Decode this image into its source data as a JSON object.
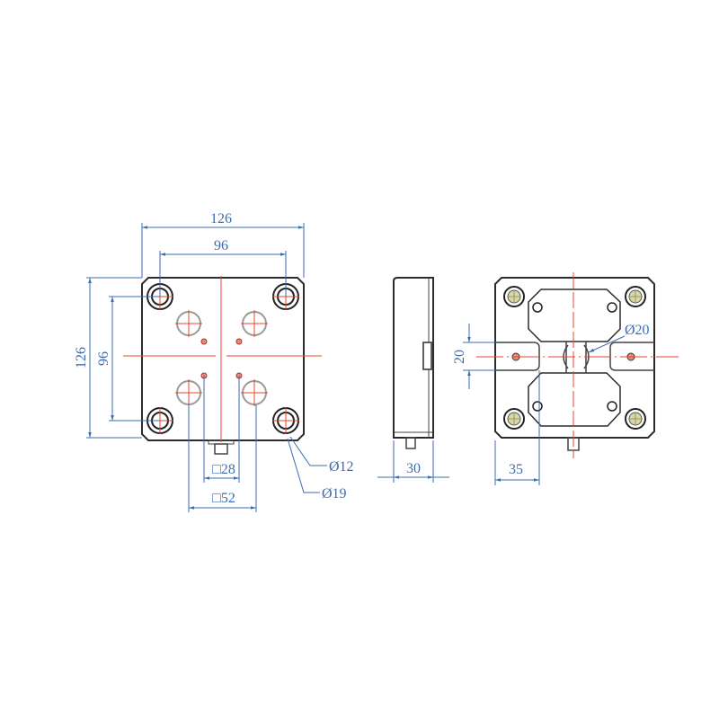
{
  "colors": {
    "dimension": "#3a6db4",
    "centerline": "#e8452c",
    "outline": "#2b2b2b",
    "bolt_fill": "#d9d6a8"
  },
  "front_view": {
    "width_overall": "126",
    "hole_spacing_horizontal": "96",
    "height_overall": "126",
    "hole_spacing_vertical": "96",
    "inner_square_small": "□28",
    "inner_square_large": "□52",
    "hole_diameter_small": "Ø12",
    "hole_diameter_large": "Ø19"
  },
  "side_view": {
    "thickness": "30"
  },
  "rear_view": {
    "slot_width": "20",
    "center_bore": "Ø20",
    "offset": "35"
  }
}
